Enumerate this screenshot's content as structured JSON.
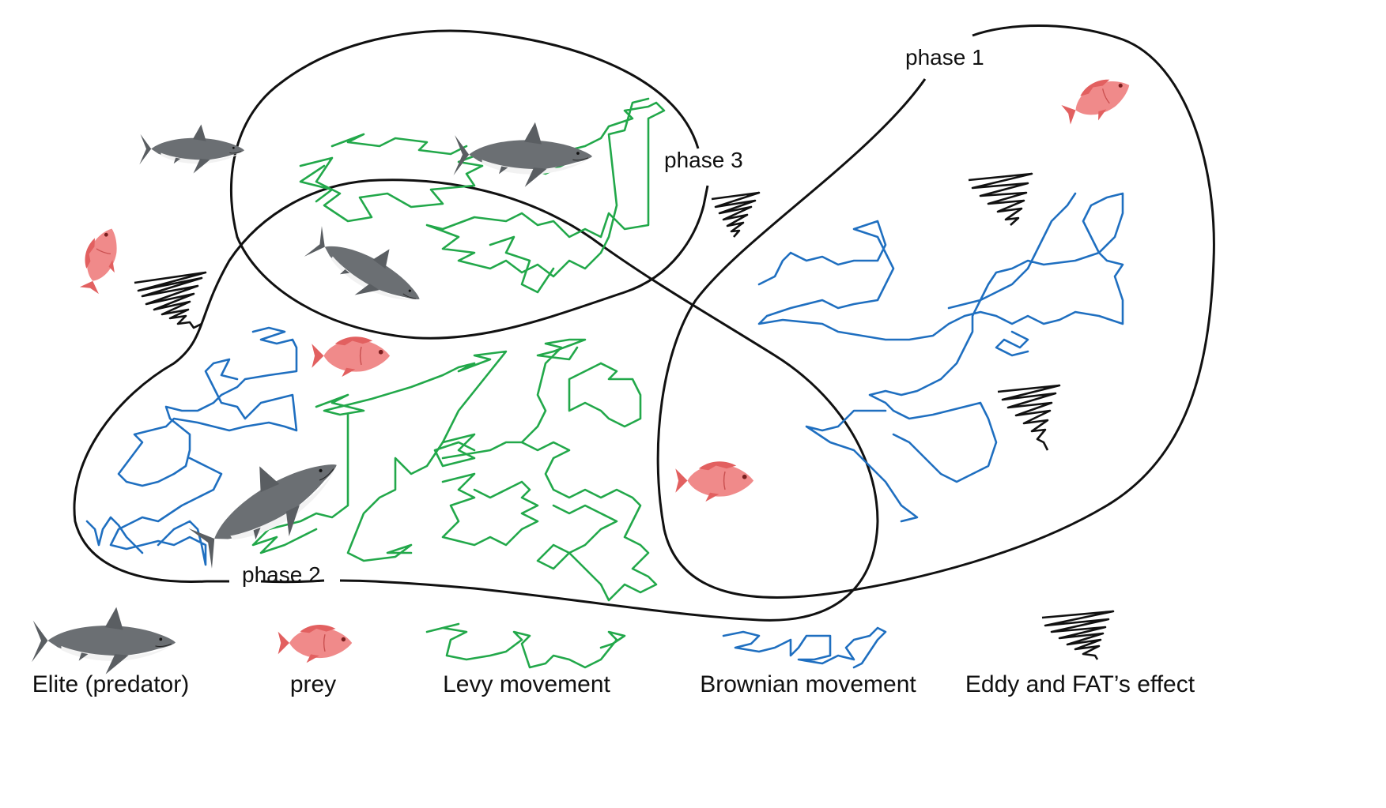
{
  "diagram": {
    "phases": [
      {
        "id": "phase1",
        "label": "phase 1"
      },
      {
        "id": "phase2",
        "label": "phase 2"
      },
      {
        "id": "phase3",
        "label": "phase 3"
      }
    ],
    "legend": {
      "predator": "Elite (predator)",
      "prey": "prey",
      "levy": "Levy movement",
      "brownian": "Brownian movement",
      "eddy": "Eddy and FAT’s effect"
    }
  },
  "colors": {
    "levy": "#22a84a",
    "brownian": "#1f6fc0",
    "eddy": "#111111",
    "boundary": "#111111",
    "shark_body": "#6b6f73",
    "shark_belly": "#f2f2f2",
    "prey_body": "#f08a8a",
    "prey_fin": "#e26060"
  },
  "icons": {
    "predator": "shark-icon",
    "prey": "red-snapper-icon",
    "eddy": "eddy-scribble-icon"
  }
}
